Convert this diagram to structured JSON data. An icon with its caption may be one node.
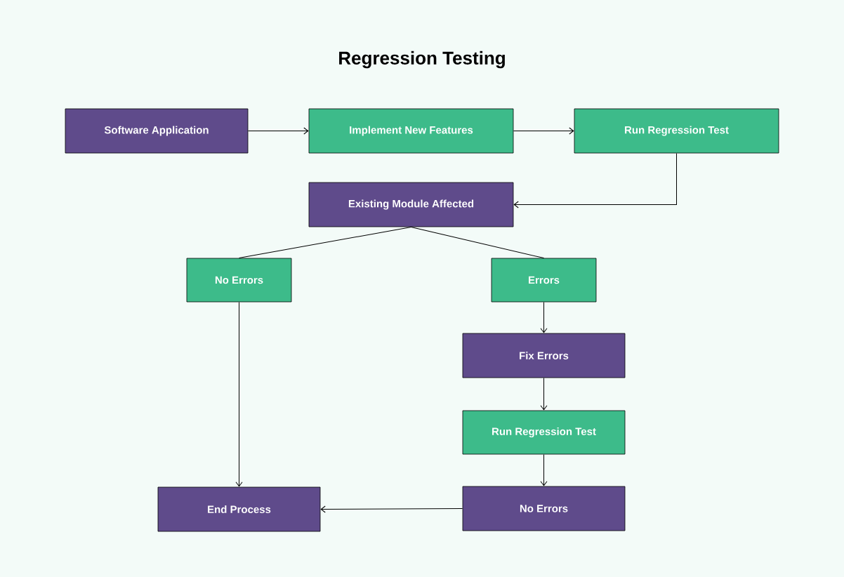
{
  "diagram": {
    "title": "Regression Testing",
    "nodes": [
      {
        "text": [
          "Software Application"
        ]
      },
      {
        "text": [
          "Implement New Features"
        ]
      },
      {
        "text": [
          "Run Regression Test"
        ]
      },
      {
        "text": [
          "Existing Module Affected"
        ]
      },
      {
        "text": [
          "No Errors"
        ]
      },
      {
        "text": [
          "Errors"
        ]
      },
      {
        "text": [
          "Fix Errors"
        ]
      },
      {
        "text": [
          "Run Regression Test"
        ]
      },
      {
        "text": [
          "No Errors"
        ]
      },
      {
        "text": [
          "End Process"
        ]
      }
    ],
    "edges": [
      {
        "from": 0,
        "to": 1,
        "arrow": "to"
      },
      {
        "from": 1,
        "to": 2,
        "arrow": "to"
      },
      {
        "from": 2,
        "to": 3,
        "arrow": "to"
      },
      {
        "from": 3,
        "to": 4,
        "arrow": "none"
      },
      {
        "from": 3,
        "to": 5,
        "arrow": "none"
      },
      {
        "from": 4,
        "to": 9,
        "arrow": "to"
      },
      {
        "from": 5,
        "to": 6,
        "arrow": "to"
      },
      {
        "from": 6,
        "to": 7,
        "arrow": "to"
      },
      {
        "from": 7,
        "to": 8,
        "arrow": "to"
      },
      {
        "from": 8,
        "to": 9,
        "arrow": "to"
      }
    ]
  }
}
